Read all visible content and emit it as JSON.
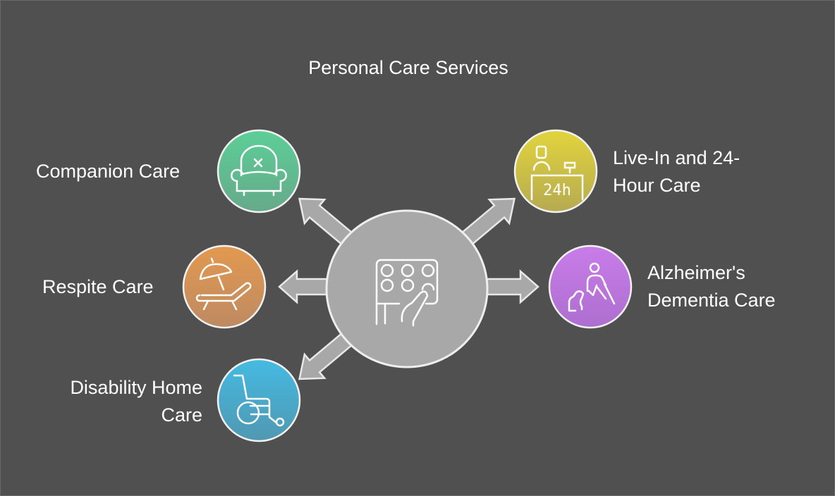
{
  "title": "Personal Care Services",
  "center": {
    "icon": "keypad-hand-icon",
    "color": "#a8a8a8"
  },
  "services": [
    {
      "label": "Companion Care",
      "icon": "armchair-icon",
      "colors": [
        "#5ccf97",
        "#66a98a"
      ]
    },
    {
      "label": "Live-In and 24-Hour Care",
      "line1": "Live-In and 24-",
      "line2": "Hour Care",
      "icon": "reception-24h-icon",
      "colors": [
        "#e2d43c",
        "#b6aa52"
      ]
    },
    {
      "label": "Respite Care",
      "icon": "sunbed-umbrella-icon",
      "colors": [
        "#e3994f",
        "#be8a62"
      ]
    },
    {
      "label": "Alzheimer's Dementia Care",
      "line1": "Alzheimer's",
      "line2": "Dementia Care",
      "icon": "guide-dog-cane-icon",
      "colors": [
        "#c97ce9",
        "#ad6fcf"
      ]
    },
    {
      "label": "Disability Home Care",
      "line1": "Disability Home",
      "line2": "Care",
      "icon": "wheelchair-icon",
      "colors": [
        "#45bae2",
        "#5098b2"
      ]
    }
  ]
}
